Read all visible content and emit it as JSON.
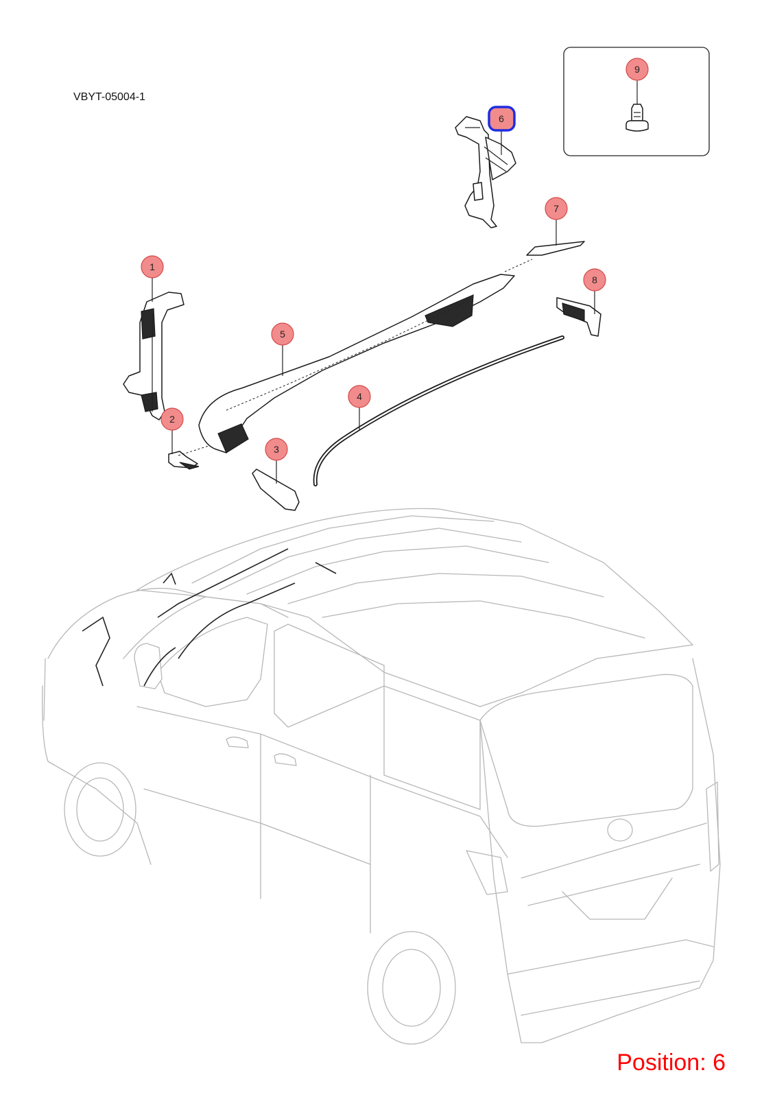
{
  "doc_code": "VBYT-05004-1",
  "position_label": "Position: 6",
  "selected_callout": "6",
  "colors": {
    "callout_fill": "#f28b8b",
    "callout_selected_border": "#1f2de0",
    "position_text": "#ff0000"
  },
  "callouts": [
    {
      "id": "1",
      "label": "1"
    },
    {
      "id": "2",
      "label": "2"
    },
    {
      "id": "3",
      "label": "3"
    },
    {
      "id": "4",
      "label": "4"
    },
    {
      "id": "5",
      "label": "5"
    },
    {
      "id": "6",
      "label": "6"
    },
    {
      "id": "7",
      "label": "7"
    },
    {
      "id": "8",
      "label": "8"
    },
    {
      "id": "9",
      "label": "9"
    }
  ]
}
